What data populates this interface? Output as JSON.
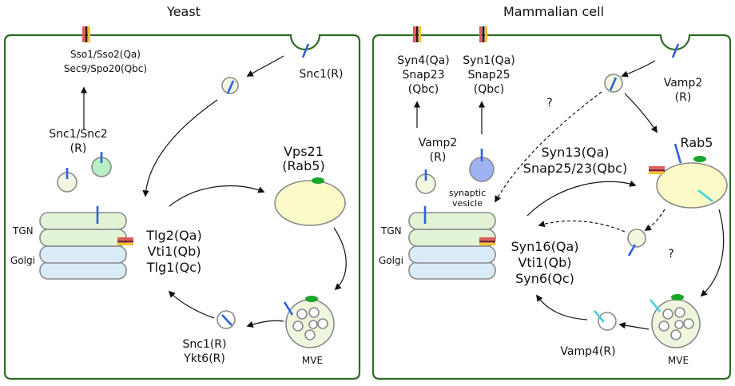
{
  "yeast": {
    "title": "Yeast",
    "pm_snare": [
      "Sso1/Sso2(Qa)",
      "Sec9/Spo20(Qbc)"
    ],
    "snc1_top": "Snc1(R)",
    "snc1_snc2": [
      "Snc1/Snc2",
      "(R)"
    ],
    "vps21": [
      "Vps21",
      "(Rab5)"
    ],
    "tgn": "TGN",
    "golgi": "Golgi",
    "golgi_snare": [
      "Tlg2(Qa)",
      "Vti1(Qb)",
      "Tlg1(Qc)"
    ],
    "recycling": [
      "Snc1(R)",
      "Ykt6(R)"
    ],
    "mve": "MVE"
  },
  "mammal": {
    "title": "Mammalian cell",
    "pm_snare_left": [
      "Syn4(Qa)",
      "Snap23",
      "(Qbc)"
    ],
    "pm_snare_right": [
      "Syn1(Qa)",
      "Snap25",
      "(Qbc)"
    ],
    "vamp2_top": [
      "Vamp2",
      "(R)"
    ],
    "vamp2_mid": [
      "Vamp2",
      "(R)"
    ],
    "question": "?",
    "question2": "?",
    "synaptic": [
      "synaptic",
      "vesicle"
    ],
    "rab5": "Rab5",
    "endo_snare": [
      "Syn13(Qa)",
      "Snap25/23(Qbc)"
    ],
    "tgn": "TGN",
    "golgi": "Golgi",
    "golgi_snare": [
      "Syn16(Qa)",
      "Vti1(Qb)",
      "Syn6(Qc)"
    ],
    "vamp4": "Vamp4(R)",
    "mve": "MVE"
  },
  "colors": {
    "cell_border": "#2e6b24",
    "vesicle_fill": "#f2f8e0",
    "endosome_fill": "#fafac8",
    "golgi_top": "#e3f3d6",
    "golgi_bottom": "#d9ecf8",
    "r_snare": "#2f5fe0",
    "rab5": "#1aa52a",
    "synaptic_vesicle": "#9fb3f2",
    "green_vesicle": "#b8efc4",
    "cyan_snare": "#3fd0e0"
  }
}
